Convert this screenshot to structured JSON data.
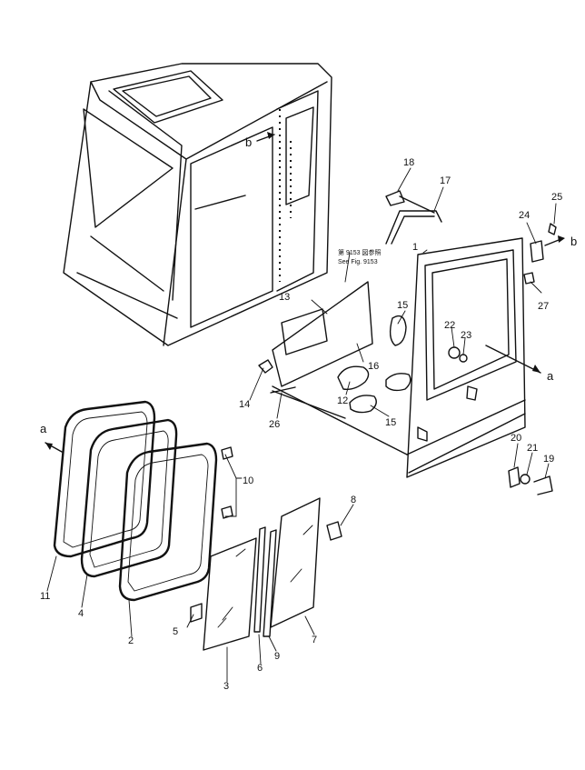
{
  "callouts": {
    "n1": "1",
    "n2": "2",
    "n3": "3",
    "n4": "4",
    "n5": "5",
    "n6": "6",
    "n7": "7",
    "n8": "8",
    "n9": "9",
    "n10": "10",
    "n11": "11",
    "n12": "12",
    "n13": "13",
    "n14": "14",
    "n15a": "15",
    "n15b": "15",
    "n16": "16",
    "n17": "17",
    "n18": "18",
    "n19": "19",
    "n20": "20",
    "n21": "21",
    "n22": "22",
    "n23": "23",
    "n24": "24",
    "n25": "25",
    "n26": "26",
    "n27": "27"
  },
  "refs": {
    "a_left": "a",
    "a_right": "a",
    "b_cab": "b",
    "b_right": "b"
  },
  "note": {
    "line1": "第 9153 図参照",
    "line2": "See Fig. 9153"
  }
}
